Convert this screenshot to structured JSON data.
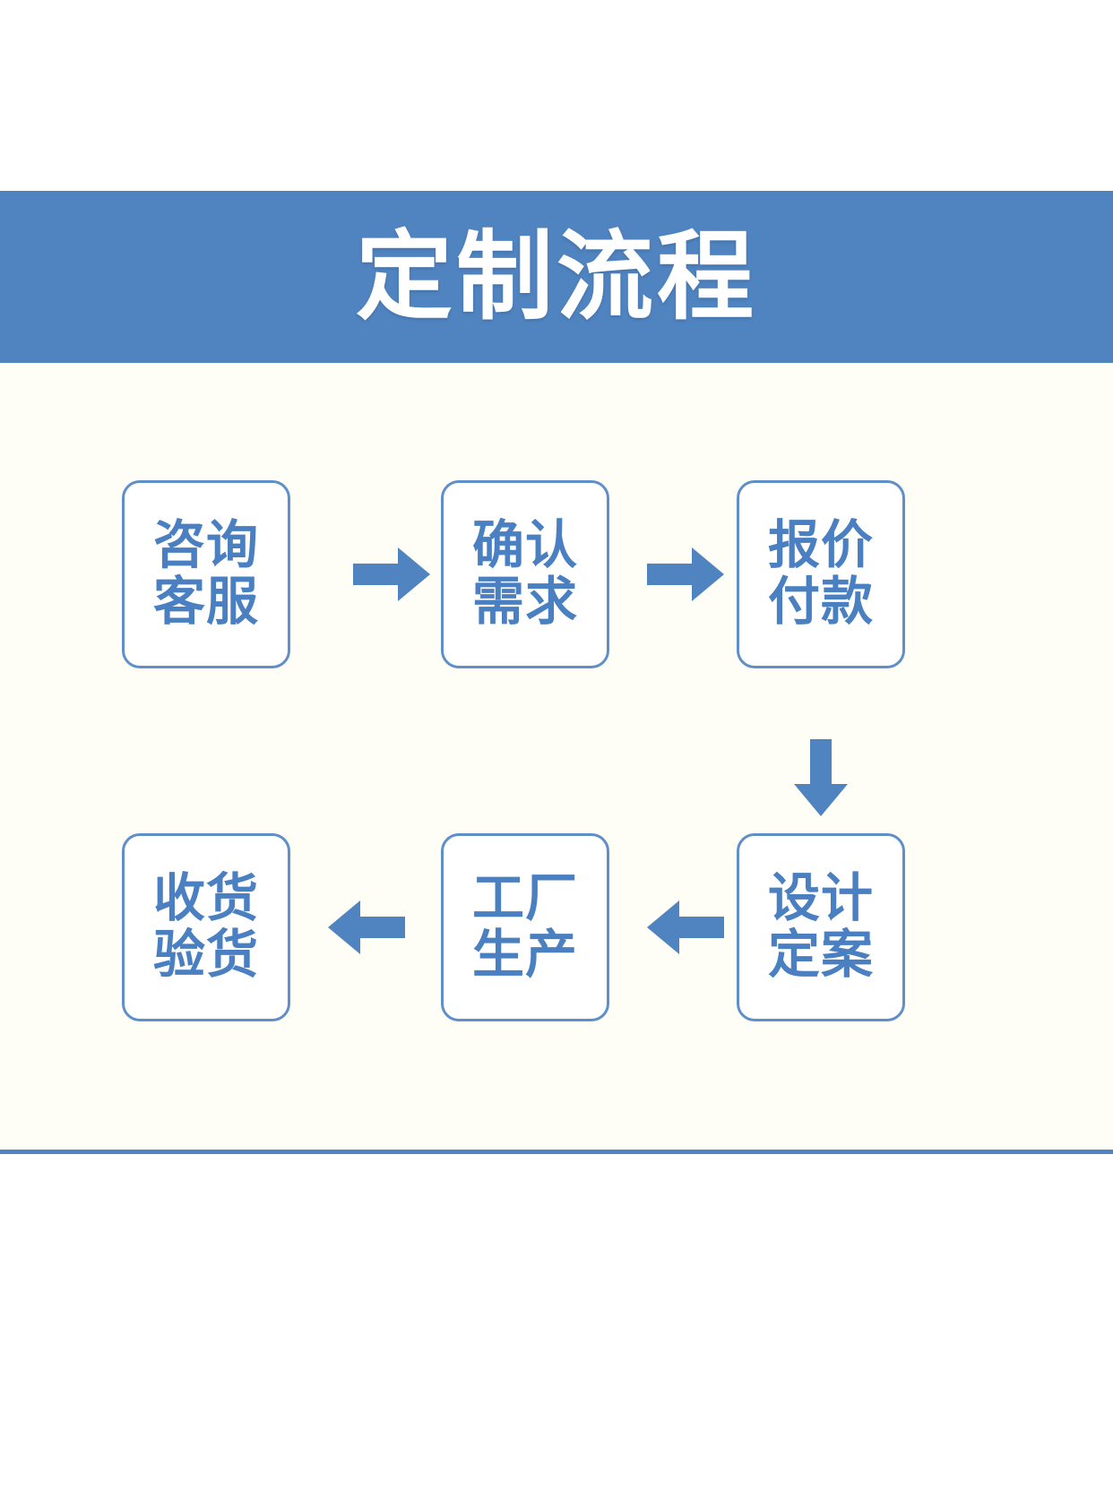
{
  "banner": {
    "title": "定制流程",
    "background_color": "#5084C0",
    "text_color": "#FFFFFF"
  },
  "content": {
    "background_color": "#FEFEF7"
  },
  "theme": {
    "accent_blue": "#5084C0",
    "node_border": "#5F8FC8",
    "node_text": "#4A7FC1",
    "node_fill": "#FFFFFF",
    "arrow_fill": "#5084C0",
    "divider": "#5084C0"
  },
  "flow": {
    "steps": [
      {
        "index": 1,
        "line1": "咨询",
        "line2": "客服",
        "full": "咨询客服"
      },
      {
        "index": 2,
        "line1": "确认",
        "line2": "需求",
        "full": "确认需求"
      },
      {
        "index": 3,
        "line1": "报价",
        "line2": "付款",
        "full": "报价付款"
      },
      {
        "index": 4,
        "line1": "设计",
        "line2": "定案",
        "full": "设计定案"
      },
      {
        "index": 5,
        "line1": "工厂",
        "line2": "生产",
        "full": "工厂生产"
      },
      {
        "index": 6,
        "line1": "收货",
        "line2": "验货",
        "full": "收货验货"
      }
    ],
    "connectors": [
      {
        "from": 1,
        "to": 2,
        "direction": "right",
        "icon": "arrow-right-icon"
      },
      {
        "from": 2,
        "to": 3,
        "direction": "right",
        "icon": "arrow-right-icon"
      },
      {
        "from": 3,
        "to": 4,
        "direction": "down",
        "icon": "arrow-down-icon"
      },
      {
        "from": 4,
        "to": 5,
        "direction": "left",
        "icon": "arrow-left-icon"
      },
      {
        "from": 5,
        "to": 6,
        "direction": "left",
        "icon": "arrow-left-icon"
      }
    ]
  },
  "divider": {
    "visible": true
  }
}
